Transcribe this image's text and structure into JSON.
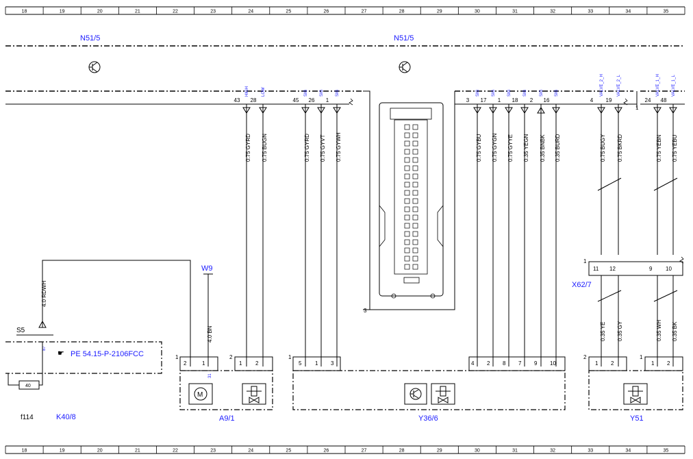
{
  "grid": {
    "top": [
      "18",
      "19",
      "20",
      "21",
      "22",
      "23",
      "24",
      "25",
      "26",
      "27",
      "28",
      "29",
      "30",
      "31",
      "32",
      "33",
      "34",
      "35"
    ],
    "bottom": [
      "18",
      "19",
      "20",
      "21",
      "22",
      "23",
      "24",
      "25",
      "26",
      "27",
      "28",
      "29",
      "30",
      "31",
      "32",
      "33",
      "34",
      "35"
    ]
  },
  "modules": {
    "n51_left": "N51/5",
    "n51_right": "N51/5",
    "w9": "W9",
    "s5": "S5",
    "x62": "X62/7",
    "f114": "f114",
    "k40": "K40/8",
    "a9": "A9/1",
    "y36": "Y36/6",
    "y51": "Y51",
    "ref": "PE 54.15-P-2106FCC",
    "fuse_value": "40",
    "pin_3": "3",
    "pin_1_bus": "1",
    "pin_1_x62": "1",
    "pin_87": "87",
    "pin_31": "31"
  },
  "signals": [
    {
      "label": "HIGH",
      "pin": "43",
      "wire": "0.75 GYRD"
    },
    {
      "label": "LOW",
      "pin": "28",
      "wire": "0.75 BUGN"
    },
    {
      "label": "SIG",
      "pin": "45",
      "wire": "0.75 GYRD"
    },
    {
      "label": "SIG",
      "pin": "26",
      "wire": "0.75 GYVT"
    },
    {
      "label": "SIG",
      "pin": "1",
      "wire": "0.75 GYWH"
    },
    {
      "label": "SIG",
      "pin": "3",
      "wire": "0.75 GYBU"
    },
    {
      "label": "SIG",
      "pin": "17",
      "wire": "0.75 GYGN"
    },
    {
      "label": "SIG",
      "pin": "1",
      "wire": "0.75 GYYE"
    },
    {
      "label": "SIG",
      "pin": "18",
      "wire": "0.35 YEGN"
    },
    {
      "label": "SIG",
      "pin": "2",
      "wire": "0.35 BNBK"
    },
    {
      "label": "SIG",
      "pin": "16",
      "wire": "0.35 BURD"
    },
    {
      "label": "VALVE_2_H",
      "pin": "4",
      "wire": "0.75 BUGY"
    },
    {
      "label": "VALVE_2_L",
      "pin": "19",
      "wire": "0.75 BKRD"
    },
    {
      "label": "VALVE_1_H",
      "pin": "24",
      "wire": "0.75 YEBN"
    },
    {
      "label": "VALVE_1_L",
      "pin": "48",
      "wire": "0.75 YEBU"
    }
  ],
  "lower_wires": [
    {
      "wire": "4.0 RDWH"
    },
    {
      "wire": "4.0 BN"
    },
    {
      "wire": "0.35 YE"
    },
    {
      "wire": "0.35 GY"
    },
    {
      "wire": "0.35 WH"
    },
    {
      "wire": "0.35 BK"
    }
  ],
  "x62_pins": [
    "11",
    "12",
    "9",
    "10"
  ],
  "a9_pins": {
    "group": "1",
    "pins": [
      "2",
      "1"
    ]
  },
  "a9_pins2": {
    "group": "2",
    "pins": [
      "1",
      "2"
    ]
  },
  "y36_pins": {
    "group": "1",
    "left": [
      "5",
      "1",
      "3"
    ],
    "right": [
      "4",
      "2",
      "8",
      "7",
      "9",
      "10"
    ]
  },
  "y51_pins": {
    "group2": "2",
    "left": [
      "1",
      "2"
    ],
    "group1": "1",
    "right": [
      "1",
      "2"
    ]
  }
}
